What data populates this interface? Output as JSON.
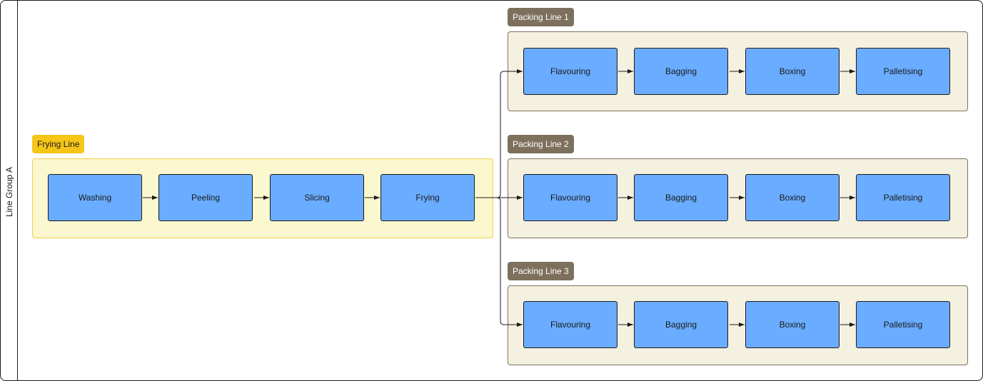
{
  "lane": {
    "label": "Line Group A"
  },
  "frying_line": {
    "label": "Frying Line",
    "steps": [
      "Washing",
      "Peeling",
      "Slicing",
      "Frying"
    ]
  },
  "packing_lines": [
    {
      "label": "Packing Line 1",
      "steps": [
        "Flavouring",
        "Bagging",
        "Boxing",
        "Palletising"
      ]
    },
    {
      "label": "Packing Line 2",
      "steps": [
        "Flavouring",
        "Bagging",
        "Boxing",
        "Palletising"
      ]
    },
    {
      "label": "Packing Line 3",
      "steps": [
        "Flavouring",
        "Bagging",
        "Boxing",
        "Palletising"
      ]
    }
  ],
  "colors": {
    "step_fill": "#6aacff",
    "frying_tag": "#f5c518",
    "frying_box": "#fbf7cf",
    "packing_tag": "#7d705d",
    "packing_box": "#f5f1e1"
  }
}
